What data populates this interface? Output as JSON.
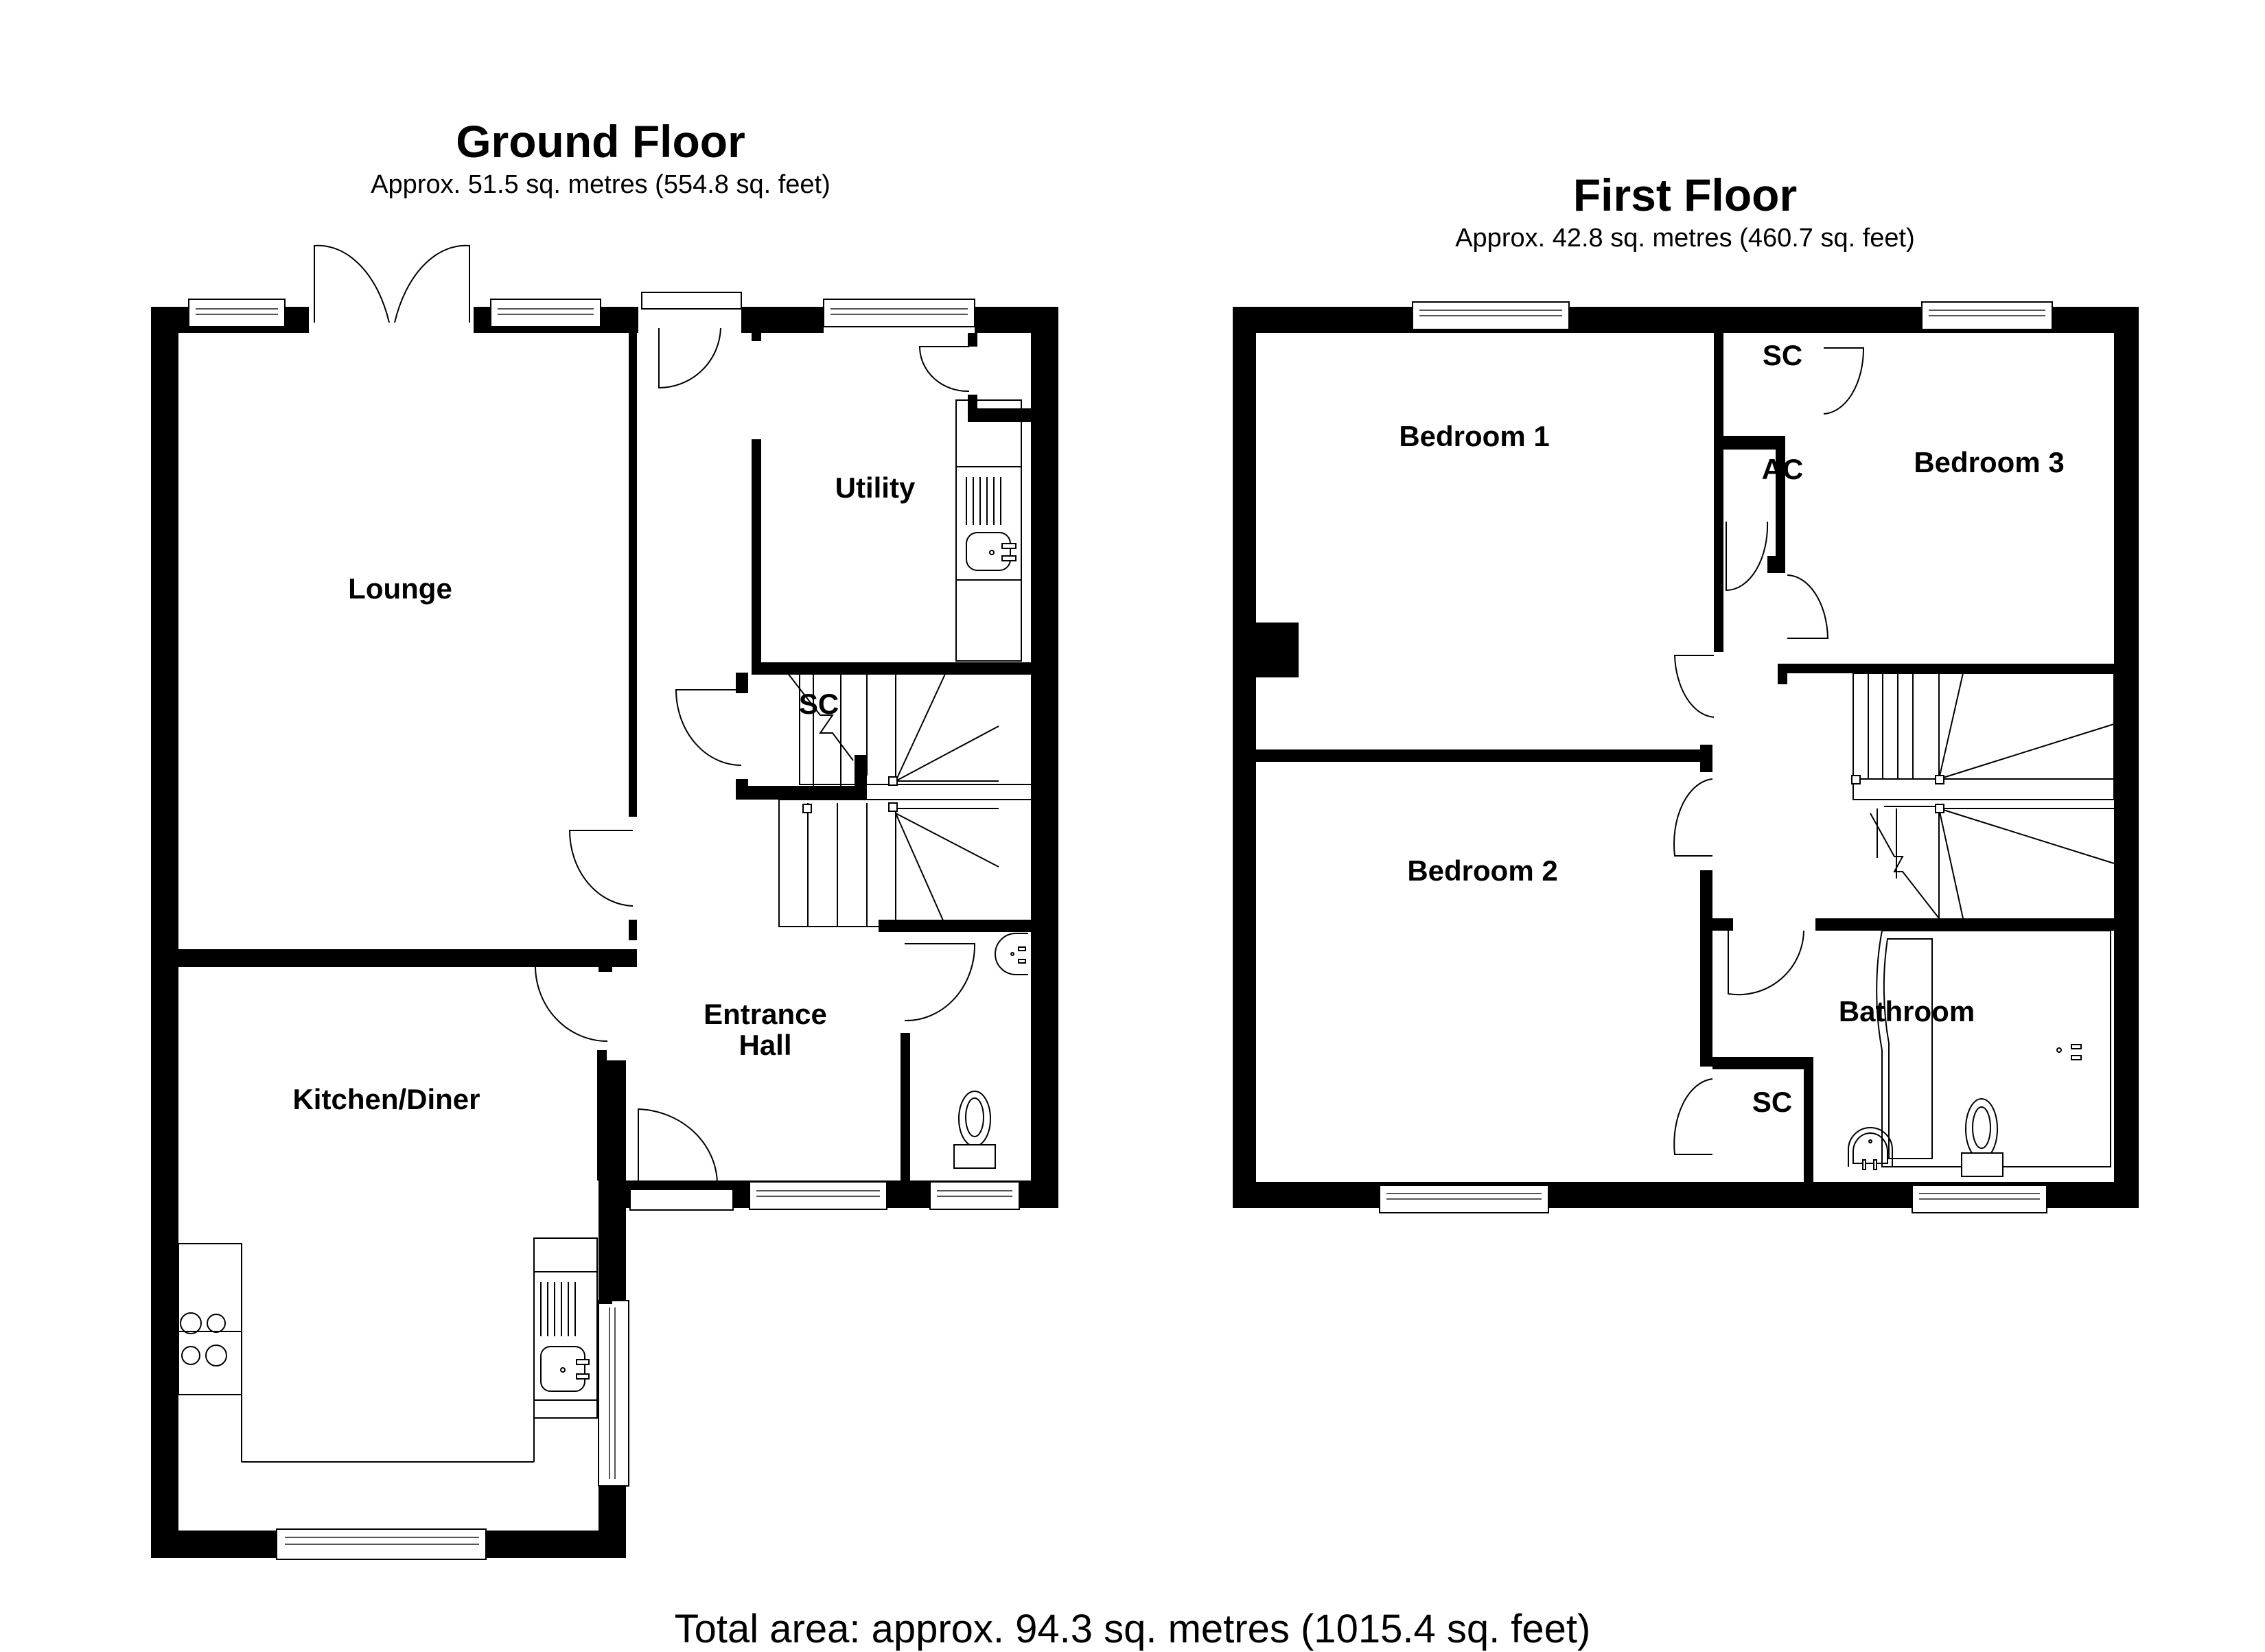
{
  "ground_floor": {
    "title": "Ground Floor",
    "area": "Approx. 51.5 sq. metres (554.8 sq. feet)",
    "rooms": {
      "lounge": "Lounge",
      "utility": "Utility",
      "sc": "SC",
      "entrance_hall_line1": "Entrance",
      "entrance_hall_line2": "Hall",
      "kitchen_diner": "Kitchen/Diner"
    }
  },
  "first_floor": {
    "title": "First Floor",
    "area": "Approx. 42.8 sq. metres (460.7 sq. feet)",
    "rooms": {
      "bedroom1": "Bedroom 1",
      "sc_top": "SC",
      "ac": "AC",
      "bedroom3": "Bedroom 3",
      "bedroom2": "Bedroom 2",
      "bathroom": "Bathroom",
      "sc_bottom": "SC"
    }
  },
  "footer": {
    "total_area": "Total area: approx. 94.3 sq. metres (1015.4 sq. feet)"
  },
  "colors": {
    "wall": "#000000",
    "background": "#ffffff",
    "fixture_line": "#000000"
  }
}
